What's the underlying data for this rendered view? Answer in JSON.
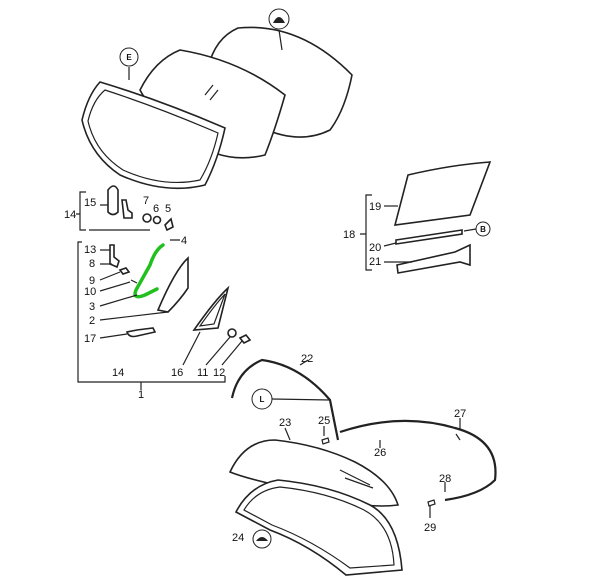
{
  "diagram": {
    "labels": {
      "p1": "1",
      "p2": "2",
      "p3": "3",
      "p4": "4",
      "p5": "5",
      "p6": "6",
      "p7": "7",
      "p8": "8",
      "p9": "9",
      "p10": "10",
      "p11": "11",
      "p12": "12",
      "p13": "13",
      "p14a": "14",
      "p14b": "14",
      "p15": "15",
      "p16": "16",
      "p17": "17",
      "p18": "18",
      "p19": "19",
      "p20": "20",
      "p21": "21",
      "p22": "22",
      "p23": "23",
      "p24": "24",
      "p25": "25",
      "p26": "26",
      "p27": "27",
      "p28": "28",
      "p29": "29"
    },
    "symbols": {
      "front": "E",
      "door": "B",
      "rear_side": "L"
    },
    "highlight_color": "#22c01f",
    "highlighted_part": "3"
  }
}
